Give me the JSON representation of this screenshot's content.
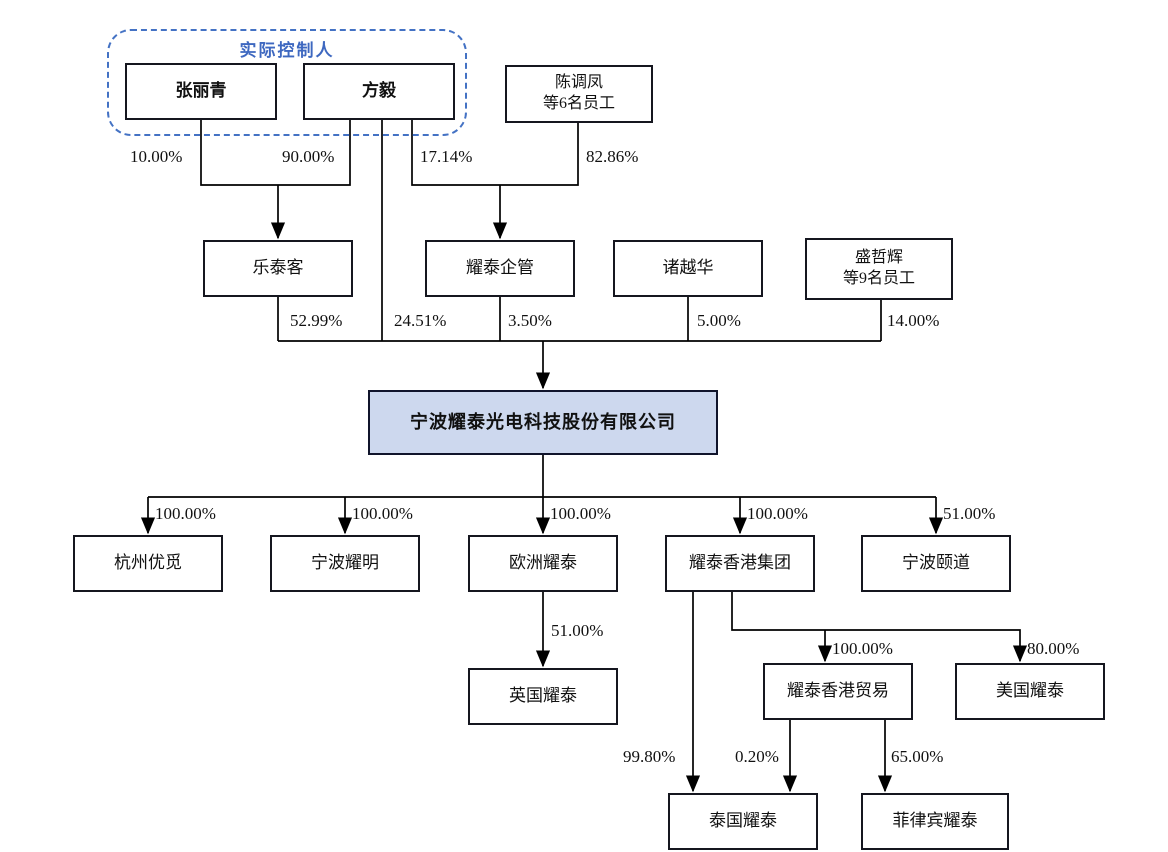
{
  "group": {
    "label": "实际控制人"
  },
  "nodes": {
    "zhang_liqing": {
      "label": "张丽青"
    },
    "fang_yi": {
      "label": "方毅"
    },
    "chen_diaofeng": {
      "label": "陈调凤",
      "label2": "等6名员工"
    },
    "letaike": {
      "label": "乐泰客"
    },
    "yaotai_qiguan": {
      "label": "耀泰企管"
    },
    "zhu_yuehua": {
      "label": "诸越华"
    },
    "sheng_zhehui": {
      "label": "盛哲辉",
      "label2": "等9名员工"
    },
    "company": {
      "label": "宁波耀泰光电科技股份有限公司"
    },
    "hangzhou_youmi": {
      "label": "杭州优觅"
    },
    "ningbo_yaoming": {
      "label": "宁波耀明"
    },
    "europe_yaotai": {
      "label": "欧洲耀泰"
    },
    "hk_group": {
      "label": "耀泰香港集团"
    },
    "ningbo_yidao": {
      "label": "宁波颐道"
    },
    "uk_yaotai": {
      "label": "英国耀泰"
    },
    "hk_trading": {
      "label": "耀泰香港贸易"
    },
    "usa_yaotai": {
      "label": "美国耀泰"
    },
    "thailand_yaotai": {
      "label": "泰国耀泰"
    },
    "philippines_yaotai": {
      "label": "菲律宾耀泰"
    }
  },
  "edges": {
    "zhang_to_letaike": "10.00%",
    "fang_to_letaike": "90.00%",
    "fang_to_qiguan": "17.14%",
    "chen_to_qiguan": "82.86%",
    "letaike_to_company": "52.99%",
    "fang_to_company": "24.51%",
    "qiguan_to_company": "3.50%",
    "zhu_to_company": "5.00%",
    "sheng_to_company": "14.00%",
    "company_to_hangzhou": "100.00%",
    "company_to_yaoming": "100.00%",
    "company_to_europe": "100.00%",
    "company_to_hkgroup": "100.00%",
    "company_to_yidao": "51.00%",
    "europe_to_uk": "51.00%",
    "hkgroup_to_hktrade": "100.00%",
    "hkgroup_to_usa": "80.00%",
    "hkgroup_to_thailand": "99.80%",
    "hktrade_to_thailand": "0.20%",
    "hktrade_to_philippines": "65.00%"
  },
  "colors": {
    "accent_blue": "#4472c4",
    "controller_text": "#3e68c0",
    "company_fill": "#cdd8ee",
    "line_color": "#000000"
  }
}
